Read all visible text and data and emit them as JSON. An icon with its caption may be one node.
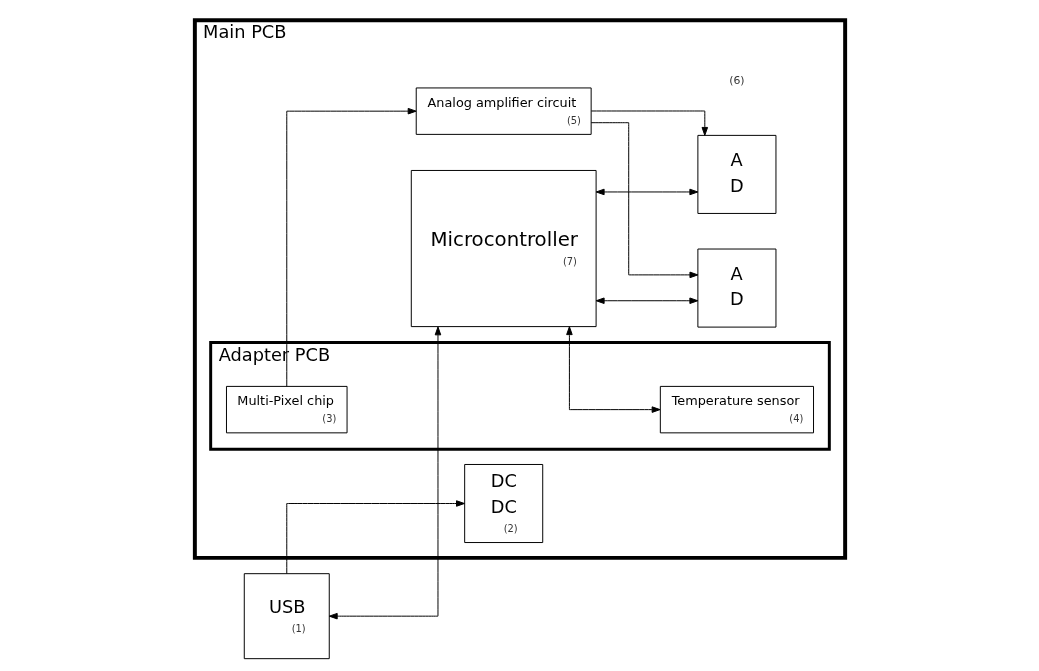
{
  "diagram": {
    "nodes": [
      {
        "text": [
          "Main PCB"
        ]
      },
      {
        "text": [
          "Adapter PCB"
        ],
        "in": 0
      },
      {
        "text": [
          "USB",
          "(1)"
        ]
      },
      {
        "text": [
          "DC",
          "DC",
          "(2)"
        ],
        "in": 0
      },
      {
        "text": [
          "Temperature sensor",
          "(4)"
        ],
        "in": 1
      },
      {
        "text": [
          "Multi-Pixel chip",
          "(3)"
        ],
        "in": 1
      },
      {
        "text": [
          "Analog amplifier circuit",
          "(5)"
        ],
        "in": 0
      },
      {
        "text": [
          "A",
          "D"
        ],
        "in": 0
      },
      {
        "text": [
          "A",
          "D"
        ],
        "in": 0
      },
      {
        "text": [
          "Microcontroller",
          "(7)"
        ],
        "in": 0
      }
    ],
    "edges": [
      {
        "from": 2,
        "to": 3,
        "arrow": "to"
      },
      {
        "from": 9,
        "to": 4,
        "arrow": "both"
      },
      {
        "from": 5,
        "to": 6,
        "arrow": "to"
      },
      {
        "from": 6,
        "to": 7,
        "arrow": "to"
      },
      {
        "from": 6,
        "to": 8,
        "arrow": "to"
      },
      {
        "from": 2,
        "to": 9,
        "arrow": "both"
      },
      {
        "from": 9,
        "to": 7,
        "arrow": "both"
      },
      {
        "from": 9,
        "to": 8,
        "arrow": "both"
      }
    ],
    "labels": [
      "(6)"
    ]
  }
}
